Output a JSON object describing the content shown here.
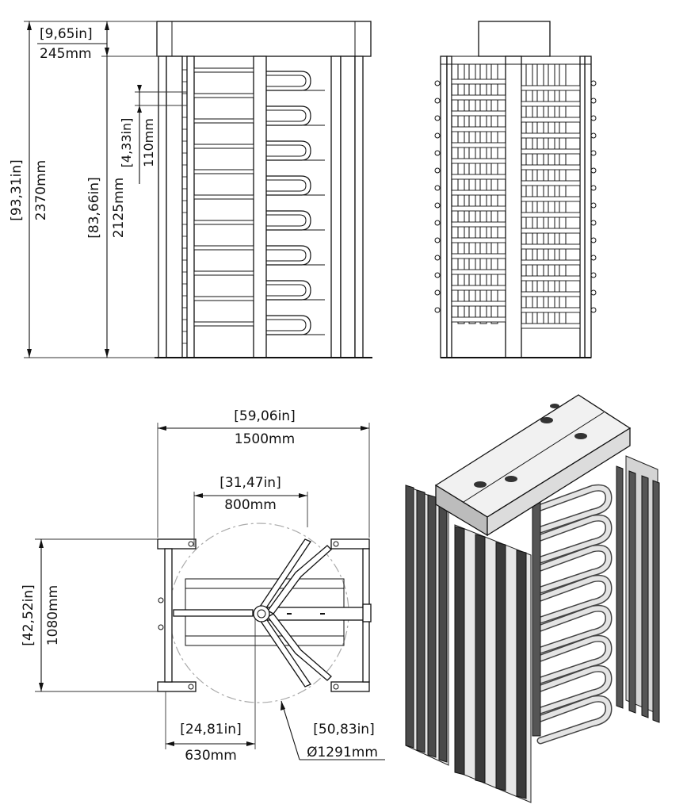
{
  "dimensions": {
    "top_height_in": "[9,65in]",
    "top_height_mm": "245mm",
    "total_height_in": "[93,31in]",
    "total_height_mm": "2370mm",
    "body_height_in": "[83,66in]",
    "body_height_mm": "2125mm",
    "arm_spacing_in": "[4,33in]",
    "arm_spacing_mm": "110mm",
    "overall_width_in": "[59,06in]",
    "overall_width_mm": "1500mm",
    "passage_width_in": "[31,47in]",
    "passage_width_mm": "800mm",
    "depth_in": "[42,52in]",
    "depth_mm": "1080mm",
    "offset_in": "[24,81in]",
    "offset_mm": "630mm",
    "rotor_diameter_in": "[50,83in]",
    "rotor_diameter_mm": "Ø1291mm"
  },
  "views": [
    "front-elevation",
    "side-elevation",
    "plan-view",
    "isometric-view"
  ],
  "colors": {
    "line": "#111111",
    "hidden_circle": "#aaaaaa",
    "metal_dark": "#3c3c3c",
    "metal_light": "#d9d9d9"
  }
}
